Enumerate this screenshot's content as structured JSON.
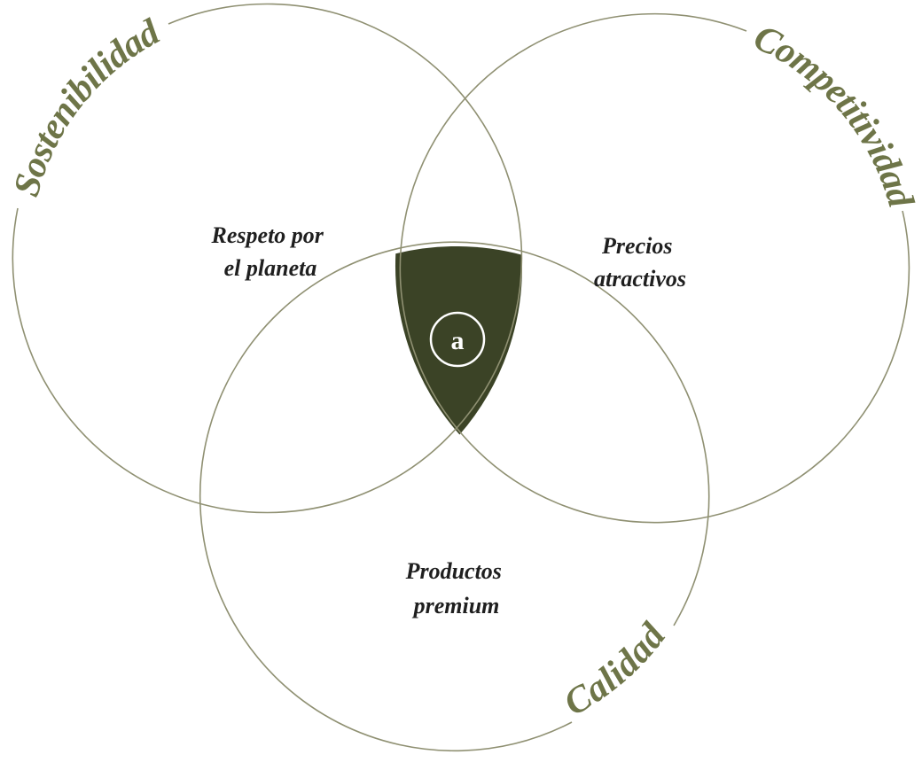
{
  "colors": {
    "circle_stroke": "#8f9072",
    "center_fill": "#3b4326",
    "title_text": "#6e7548",
    "label_text": "#1f1f1f"
  },
  "sets": {
    "sostenibilidad": {
      "title": "Sostenibilidad",
      "label_lines": [
        "Respeto por",
        "el planeta"
      ]
    },
    "competitividad": {
      "title": "Competitividad",
      "label_lines": [
        "Precios",
        "atractivos"
      ]
    },
    "calidad": {
      "title": "Calidad",
      "label_lines": [
        "Productos",
        "premium"
      ]
    }
  },
  "center": {
    "badge": "a"
  }
}
